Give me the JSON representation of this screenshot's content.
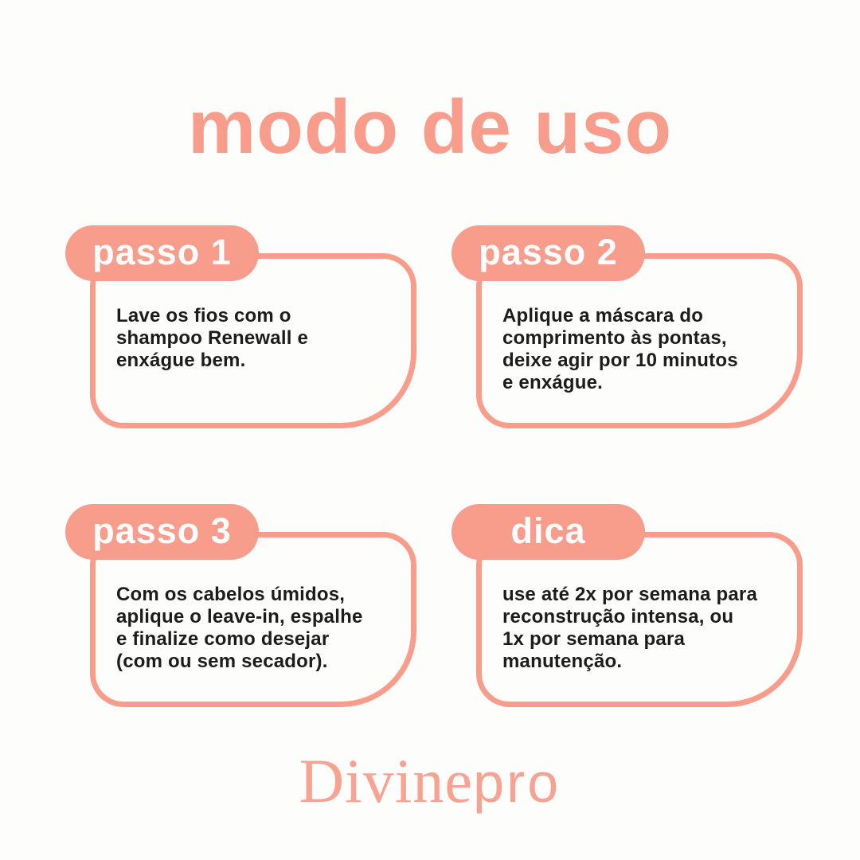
{
  "colors": {
    "accent": "#F89C8B",
    "logo": "#F8A392",
    "text": "#1c1c1c",
    "background": "#FDFDFB",
    "pill_text": "#FFFFFF"
  },
  "title": "modo de uso",
  "cards": [
    {
      "label": "passo 1",
      "body": "Lave os fios com o\nshampoo Renewall e\nenxágue bem."
    },
    {
      "label": "passo 2",
      "body": "Aplique a máscara do\ncomprimento às pontas,\ndeixe agir por 10 minutos\ne enxágue."
    },
    {
      "label": "passo 3",
      "body": "Com os cabelos úmidos,\naplique o leave-in, espalhe\ne finalize como desejar\n(com ou sem secador)."
    },
    {
      "label": "dica",
      "body": "use até 2x por semana para\nreconstrução intensa, ou\n1x por semana para\nmanutenção."
    }
  ],
  "brand": {
    "name_primary": "Divine",
    "name_secondary": "pro"
  }
}
